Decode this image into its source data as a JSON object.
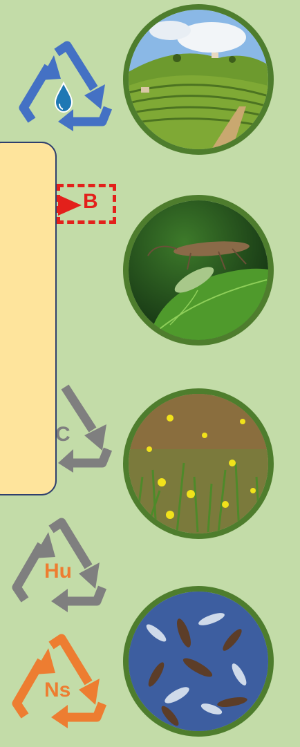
{
  "cycles": [
    {
      "id": "water",
      "label": "",
      "icon": "water-drop-icon",
      "color": "#4471c4"
    },
    {
      "id": "C",
      "label": "C",
      "color": "#7f7f7f"
    },
    {
      "id": "Hu",
      "label": "Hu",
      "color": "#7f7f7f",
      "label_color": "#ed7d31"
    },
    {
      "id": "Ns",
      "label": "Ns",
      "color": "#ed7d31",
      "label_color": "#ed7d31"
    }
  ],
  "callout": {
    "label": "B",
    "color": "#e3201b"
  },
  "photos": [
    {
      "subject": "vineyard-hillside"
    },
    {
      "subject": "insect-on-leaf"
    },
    {
      "subject": "meadow-with-yellow-flowers"
    },
    {
      "subject": "springtails-soil-fauna"
    }
  ],
  "colors": {
    "background": "#c3dca8",
    "panel": "#fee49c",
    "panel_border": "#2f3f6d",
    "photo_ring": "#4e7d2d"
  }
}
